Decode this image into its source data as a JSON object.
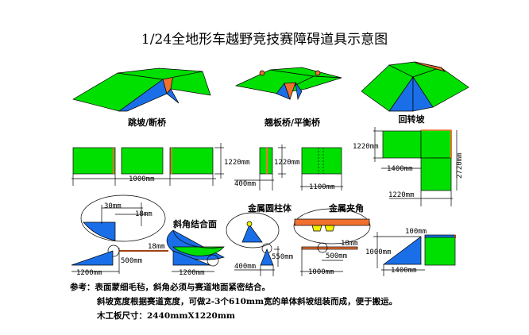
{
  "title": "1/24全地形车越野竞技赛障碍道具示意图",
  "labels": {
    "jump": "跳坡/断桥",
    "seesaw": "翘板桥/平衡桥",
    "turn": "回转坡",
    "bevel": "斜角结合面",
    "cylinder": "金属圆柱体",
    "clamp": "金属夹角"
  },
  "dims": {
    "d1220": "1220mm",
    "d1000": "1000mm",
    "d400": "400mm",
    "d1100": "1100mm",
    "d1400": "1400mm",
    "d2720": "2720mm",
    "d30": "30mm",
    "d18": "18mm",
    "d500": "500mm",
    "d1200": "1200mm",
    "d550": "550mm",
    "d100": "100mm"
  },
  "notes": {
    "prefix": "参考：",
    "line1": "表面蒙细毛毡，斜角必须与赛道地面紧密结合。",
    "line2": "斜坡宽度根据赛道宽度，可做2-3个610mm宽的单体斜坡组装而成，便于搬运。",
    "line3": "木工板尺寸：2440mmX1220mm"
  },
  "colors": {
    "green": "#00e000",
    "blue": "#1a6fe8",
    "orange": "#f07030",
    "yellow": "#f0f000",
    "brown": "#a04010"
  }
}
